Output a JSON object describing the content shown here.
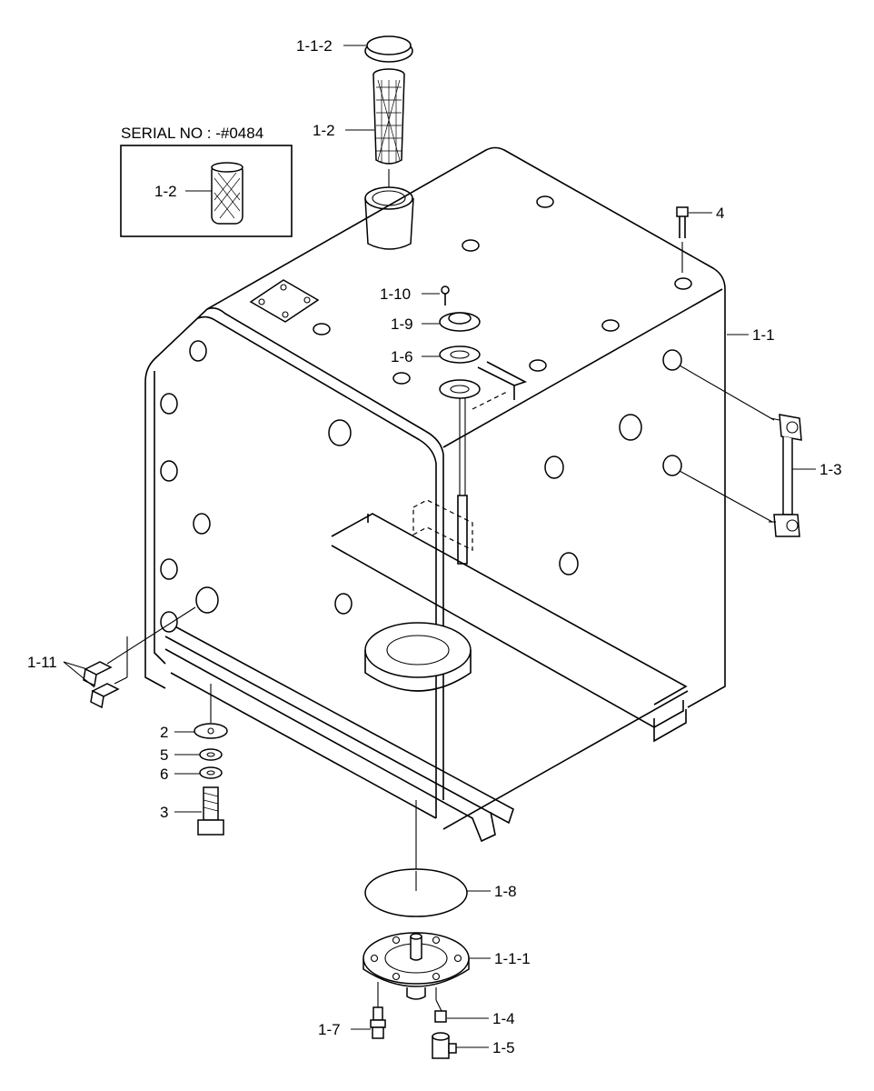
{
  "inset": {
    "title": "SERIAL NO : -#0484",
    "label": "1-2"
  },
  "callouts": {
    "c_1_1_2": "1-1-2",
    "c_1_2": "1-2",
    "c_4": "4",
    "c_1_10": "1-10",
    "c_1_9": "1-9",
    "c_1_6": "1-6",
    "c_1_1": "1-1",
    "c_1_3": "1-3",
    "c_1_11": "1-11",
    "c_2": "2",
    "c_5": "5",
    "c_6": "6",
    "c_3": "3",
    "c_1_8": "1-8",
    "c_1_1_1": "1-1-1",
    "c_1_7": "1-7",
    "c_1_4": "1-4",
    "c_1_5": "1-5"
  },
  "colors": {
    "line": "#000000",
    "background": "#ffffff"
  }
}
